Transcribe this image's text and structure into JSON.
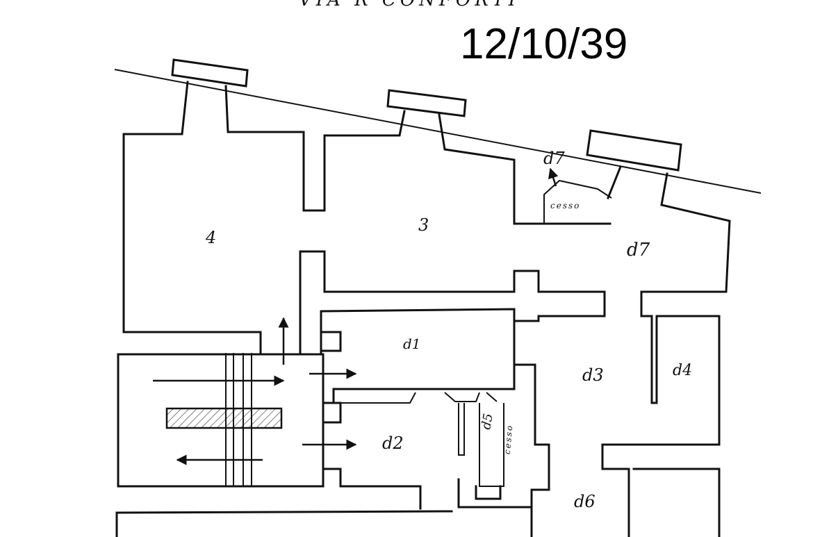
{
  "street_label": "VIA R CONFORTI",
  "date_stamp": "12/10/39",
  "rooms": {
    "room_4": "4",
    "room_3": "3",
    "room_d7_main": "d7",
    "room_d7_small": "d7",
    "cesso_top": "cesso",
    "room_d1": "d1",
    "room_d2": "d2",
    "room_d3": "d3",
    "room_d4": "d4",
    "room_d5": "d5",
    "cesso_mid": "cesso",
    "room_d6": "d6"
  },
  "colors": {
    "ink": "#111111",
    "paper": "#ffffff",
    "hatch": "#555555"
  }
}
